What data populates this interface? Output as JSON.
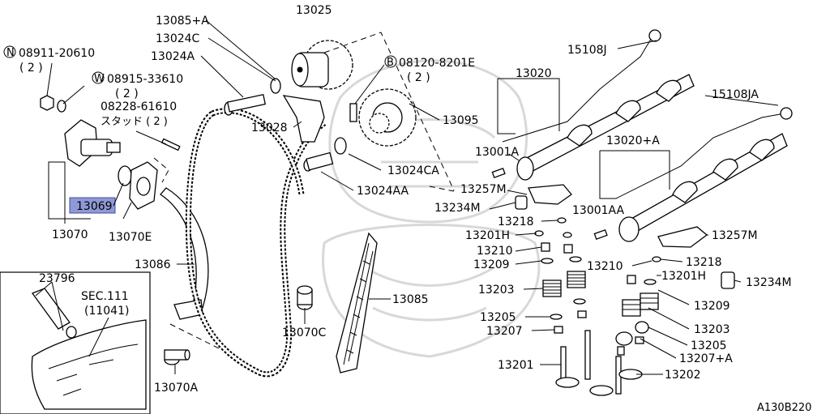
{
  "diagram": {
    "callouts": {
      "c13025": "13025",
      "c13085a": "13085+A",
      "c13024c": "13024C",
      "c13024a": "13024A",
      "c08911_num": "08911-20610",
      "c08911_qty": "( 2 )",
      "c08915_num": "08915-33610",
      "c08915_qty": "( 2 )",
      "c08228_num": "08228-61610",
      "c08228_sub": "スタッド ( 2 )",
      "c08120_num": "08120-8201E",
      "c08120_qty": "( 2 )",
      "c13028": "13028",
      "c13095": "13095",
      "c13024ca": "13024CA",
      "c13024aa": "13024AA",
      "c13069": "13069",
      "c13070": "13070",
      "c13070e": "13070E",
      "c13086": "13086",
      "c23796": "23796",
      "c_sec_a": "SEC.111",
      "c_sec_b": "(11041)",
      "c13070c": "13070C",
      "c13085": "13085",
      "c13070a": "13070A",
      "c15108j": "15108J",
      "c13020": "13020",
      "c15108ja": "15108JA",
      "c13001a": "13001A",
      "c13020a": "13020+A",
      "c13257m_l": "13257M",
      "c13234m_l": "13234M",
      "c13001aa": "13001AA",
      "c13218_l": "13218",
      "c13201h_l": "13201H",
      "c13210_l": "13210",
      "c13209_l": "13209",
      "c13257m_r": "13257M",
      "c13218_r": "13218",
      "c13210_r": "13210",
      "c13201h_r": "13201H",
      "c13234m_r": "13234M",
      "c13203_l": "13203",
      "c13209_r": "13209",
      "c13205_l": "13205",
      "c13203_r": "13203",
      "c13207_l": "13207",
      "c13205_r": "13205",
      "c13207a": "13207+A",
      "c13201": "13201",
      "c13202": "13202"
    },
    "badges": {
      "n": "N",
      "w": "W",
      "b": "B"
    },
    "diagram_id": "A130B220",
    "highlight_color": "#8f99d6"
  }
}
